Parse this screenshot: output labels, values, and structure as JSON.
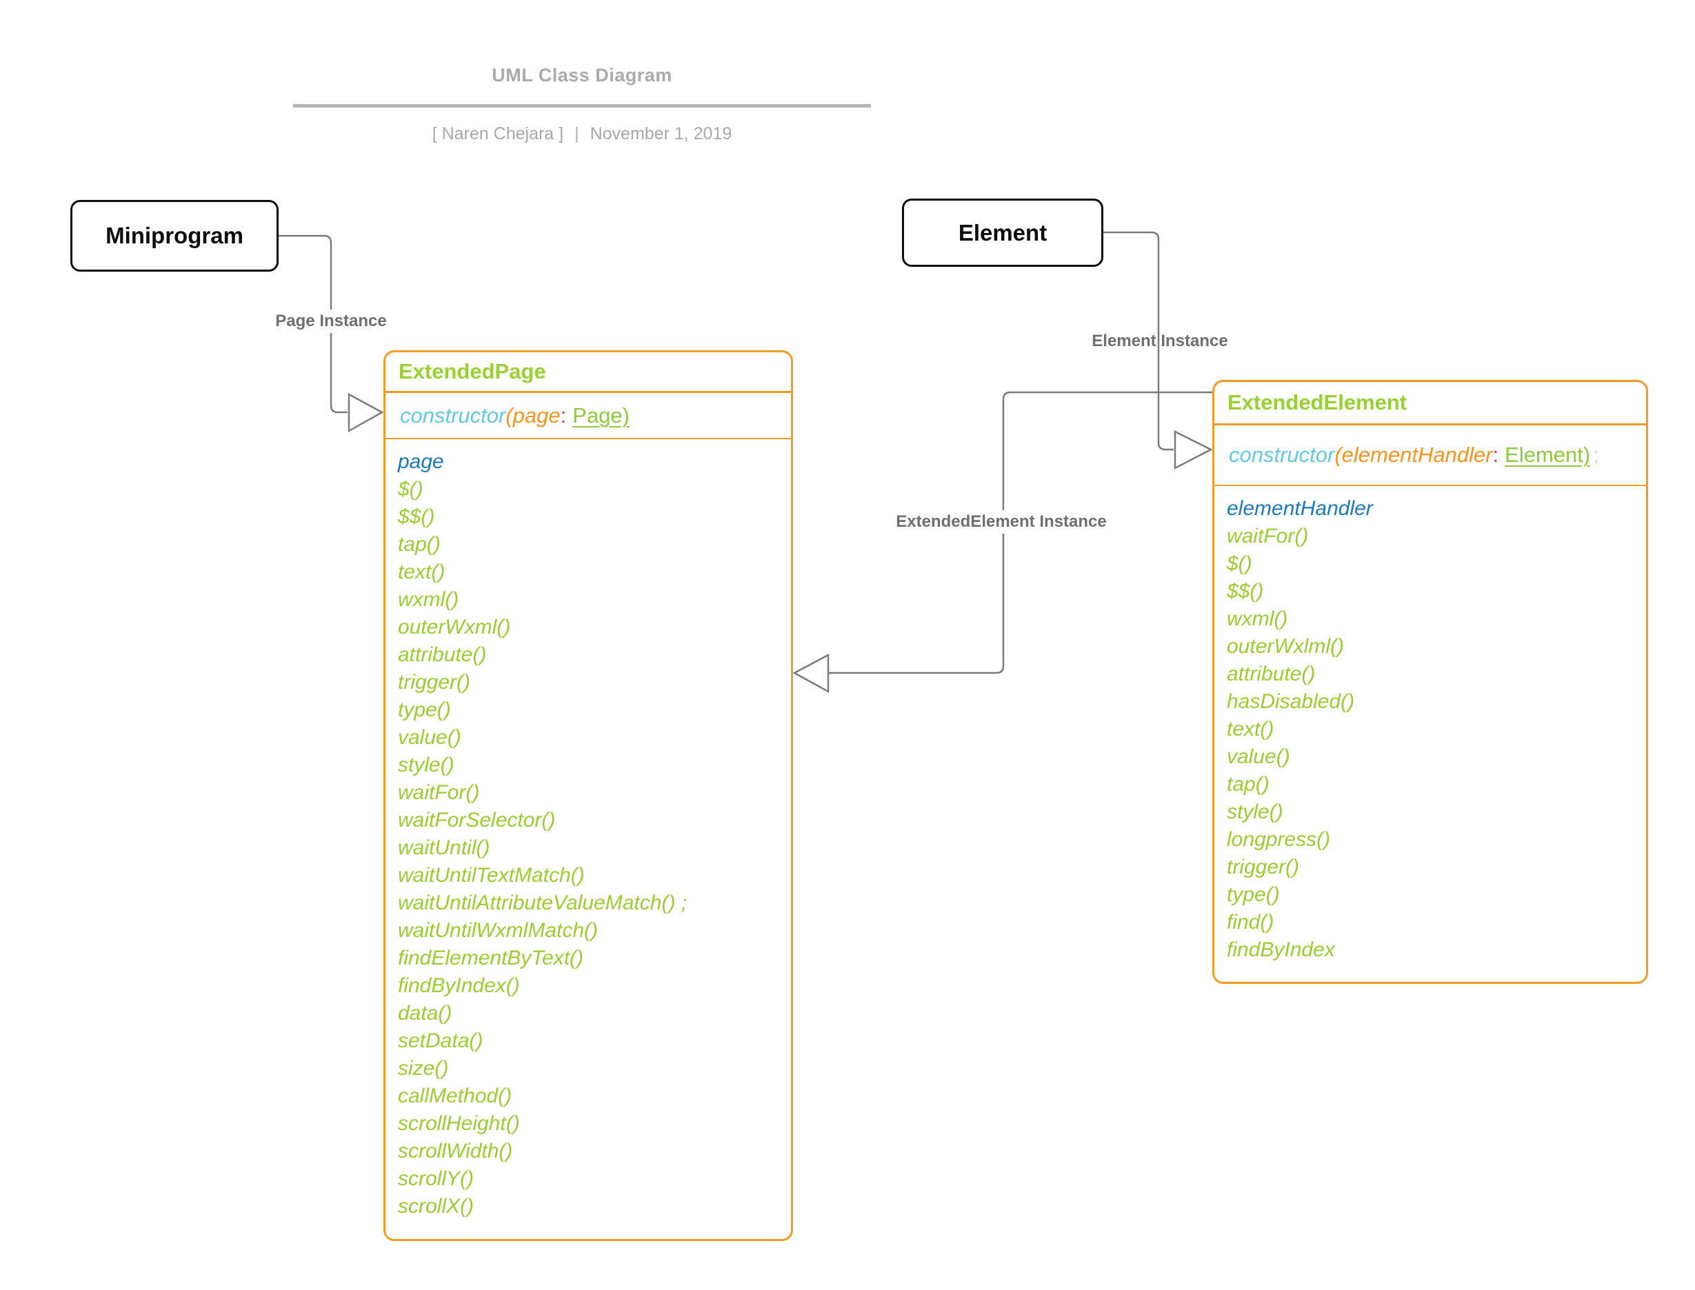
{
  "header": {
    "title": "UML Class Diagram",
    "author": "[ Naren Chejara ]",
    "separator": "|",
    "date": "November 1, 2019"
  },
  "nodes": {
    "miniprogram": {
      "label": "Miniprogram"
    },
    "element": {
      "label": "Element"
    }
  },
  "relations": {
    "page_instance": {
      "label": "Page Instance"
    },
    "element_instance": {
      "label": "Element Instance"
    },
    "extended_element_instance": {
      "label": "ExtendedElement Instance"
    }
  },
  "classes": {
    "extended_page": {
      "name": "ExtendedPage",
      "constructor": {
        "keyword": "constructor",
        "open_paren": "(",
        "param": "page",
        "colon": ":",
        "type_link": "Page)"
      },
      "property": "page",
      "methods": [
        "$()",
        "$$()",
        "tap()",
        "text()",
        "wxml()",
        "outerWxml()",
        "attribute()",
        "trigger()",
        "type()",
        "value()",
        "style()",
        "waitFor()",
        "waitForSelector()",
        "waitUntil()",
        "waitUntilTextMatch()",
        "waitUntilAttributeValueMatch() ;",
        "waitUntilWxmlMatch()",
        "findElementByText()",
        "findByIndex()",
        "data()",
        "setData()",
        "size()",
        "callMethod()",
        "scrollHeight()",
        "scrollWidth()",
        "scrollY()",
        "scrollX()"
      ]
    },
    "extended_element": {
      "name": "ExtendedElement",
      "constructor": {
        "keyword": "constructor",
        "open_paren": "(",
        "param": "elementHandler",
        "colon": ":",
        "type_link": "Element)",
        "suffix": ";"
      },
      "property": "elementHandler",
      "methods": [
        "waitFor()",
        "$()",
        "$$()",
        "wxml()",
        "outerWxlml()",
        "attribute()",
        "hasDisabled()",
        "text()",
        "value()",
        "tap()",
        "style()",
        "longpress()",
        "trigger()",
        "type()",
        "find()",
        "findByIndex"
      ]
    }
  },
  "colors": {
    "orange_border": "#F59B25",
    "orange_text": "#F7941E",
    "green_class": "#99D133",
    "green_method": "#9ACD32",
    "green_link": "#8FC93C",
    "cyan_keyword": "#61C9E8",
    "blue_property": "#1B79BC",
    "pink_colon": "#ED2D74",
    "gray_connector": "#7A7A7A",
    "gray_label": "#6F6F6F",
    "gray_title": "#ABABAB"
  }
}
